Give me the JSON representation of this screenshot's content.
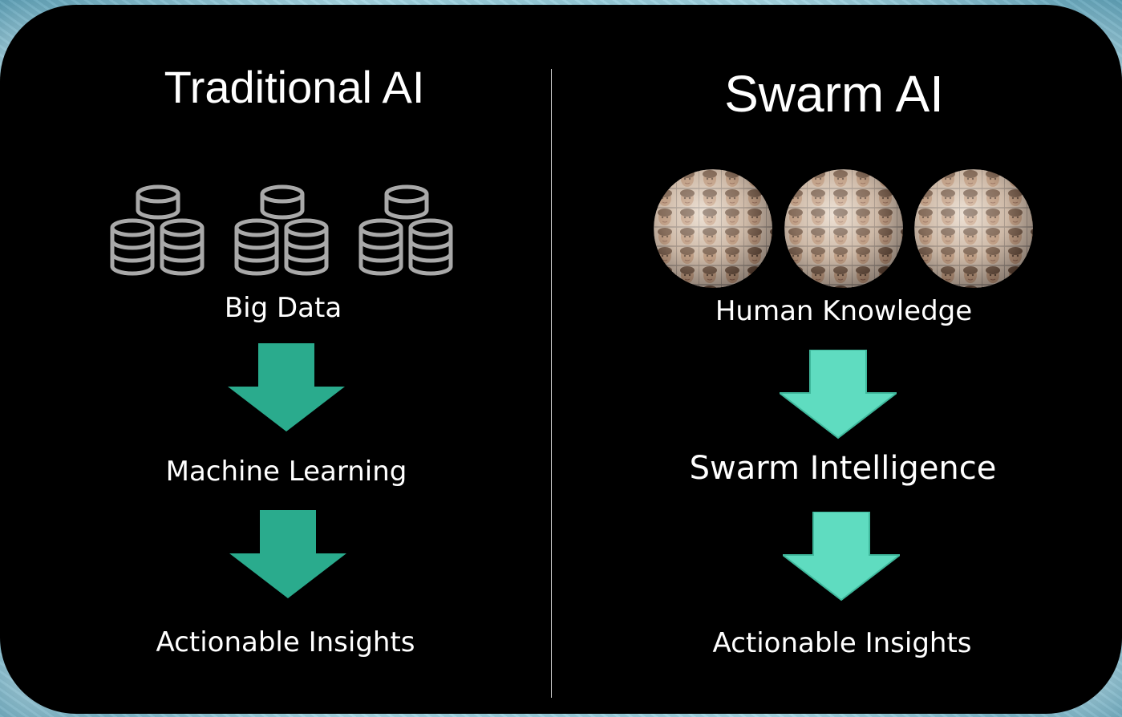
{
  "colors": {
    "panel": "#000000",
    "arrow_left": "#2aab8d",
    "arrow_right": "#5fdcc0",
    "text": "#ffffff",
    "database_icon": "#a9a9a9"
  },
  "left": {
    "title": "Traditional AI",
    "icon": "database-stack-icon",
    "steps": [
      "Big Data",
      "Machine Learning",
      "Actionable Insights"
    ]
  },
  "right": {
    "title": "Swarm AI",
    "icon": "face-sphere-icon",
    "steps": [
      "Human Knowledge",
      "Swarm Intelligence",
      "Actionable Insights"
    ]
  }
}
